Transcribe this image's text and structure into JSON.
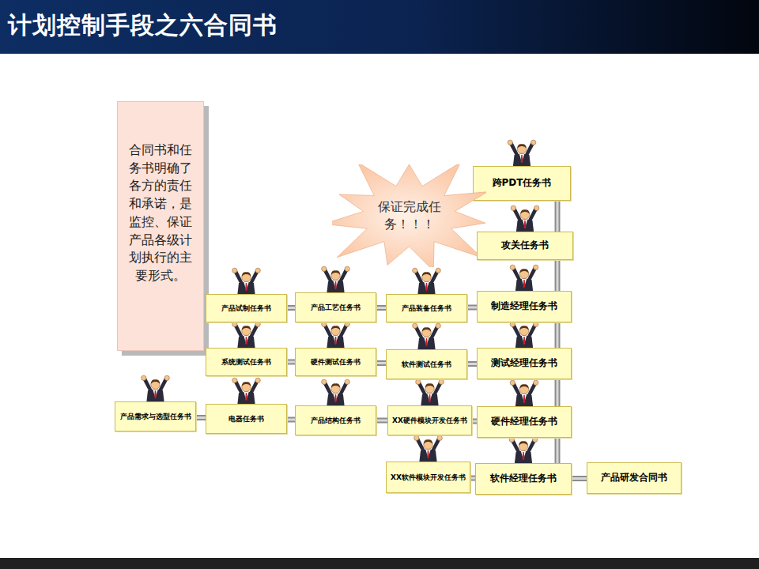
{
  "diagram": {
    "title": "计划控制手段之六合同书",
    "nodes": [
      {
        "text": [
          "合同书和任务书明确了各方的责任和承诺，是监控、保证产品各级计划执行的主要形式。"
        ]
      },
      {
        "text": [
          "跨PDT任务书"
        ]
      },
      {
        "text": [
          "保证完成任务！！！"
        ]
      },
      {
        "text": [
          "攻关任务书"
        ]
      },
      {
        "text": [
          "产品试制任务书"
        ]
      },
      {
        "text": [
          "产品工艺任务书"
        ]
      },
      {
        "text": [
          "产品装备任务书"
        ]
      },
      {
        "text": [
          "制造经理任务书"
        ]
      },
      {
        "text": [
          "系统测试任务书"
        ]
      },
      {
        "text": [
          "硬件测试任务书"
        ]
      },
      {
        "text": [
          "软件测试任务书"
        ]
      },
      {
        "text": [
          "测试经理任务书"
        ]
      },
      {
        "text": [
          "产品需求与选型任务书"
        ]
      },
      {
        "text": [
          "电器任务书"
        ]
      },
      {
        "text": [
          "产品结构任务书"
        ]
      },
      {
        "text": [
          "XX硬件模块开发任务书"
        ]
      },
      {
        "text": [
          "硬件经理任务书"
        ]
      },
      {
        "text": [
          "XX软件模块开发任务书"
        ]
      },
      {
        "text": [
          "软件经理任务书"
        ]
      },
      {
        "text": [
          "产品研发合同书"
        ]
      }
    ],
    "edges": [
      {
        "from": 4,
        "to": 5,
        "arrow": "none"
      },
      {
        "from": 5,
        "to": 6,
        "arrow": "none"
      },
      {
        "from": 6,
        "to": 7,
        "arrow": "none"
      },
      {
        "from": 8,
        "to": 9,
        "arrow": "none"
      },
      {
        "from": 9,
        "to": 10,
        "arrow": "none"
      },
      {
        "from": 10,
        "to": 11,
        "arrow": "none"
      },
      {
        "from": 12,
        "to": 13,
        "arrow": "none"
      },
      {
        "from": 13,
        "to": 14,
        "arrow": "none"
      },
      {
        "from": 14,
        "to": 15,
        "arrow": "none"
      },
      {
        "from": 15,
        "to": 16,
        "arrow": "none"
      },
      {
        "from": 17,
        "to": 18,
        "arrow": "none"
      },
      {
        "from": 18,
        "to": 19,
        "arrow": "none"
      },
      {
        "from": 1,
        "to": 3,
        "arrow": "none"
      },
      {
        "from": 3,
        "to": 7,
        "arrow": "none"
      },
      {
        "from": 7,
        "to": 11,
        "arrow": "none"
      },
      {
        "from": 11,
        "to": 16,
        "arrow": "none"
      },
      {
        "from": 16,
        "to": 18,
        "arrow": "none"
      }
    ]
  }
}
